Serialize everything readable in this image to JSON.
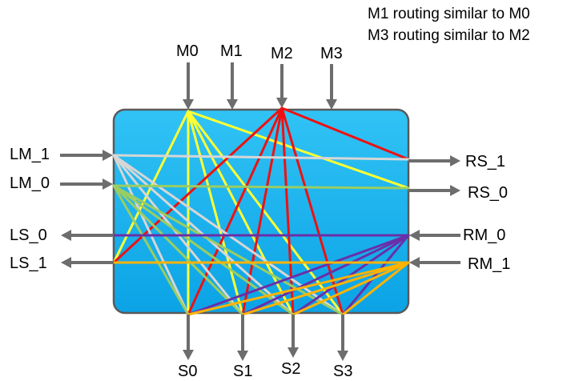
{
  "notes": [
    "M1 routing similar to M0",
    "M3 routing similar to M2"
  ],
  "colors": {
    "block_fill_top": "#31C3F5",
    "block_fill_bottom": "#0BA3E6",
    "block_stroke": "#5A5A5A",
    "arrow": "#6D6D6D",
    "m0": "#FFFF33",
    "m2": "#EE1111",
    "lm1": "#D6D6D6",
    "lm0": "#9ACD62",
    "rm0": "#6A2FA8",
    "rm1": "#FFB300"
  },
  "labels": {
    "top": [
      "M0",
      "M1",
      "M2",
      "M3"
    ],
    "left_in": [
      "LM_1",
      "LM_0"
    ],
    "left_out": [
      "LS_0",
      "LS_1"
    ],
    "right_out": [
      "RS_1",
      "RS_0"
    ],
    "right_in": [
      "RM_0",
      "RM_1"
    ],
    "bottom": [
      "S0",
      "S1",
      "S2",
      "S3"
    ]
  },
  "routing": [
    {
      "source": "M0",
      "color": "m0",
      "targets": [
        "S0",
        "S1",
        "S2",
        "S3",
        "LS_1",
        "RS_0"
      ]
    },
    {
      "source": "M2",
      "color": "m2",
      "targets": [
        "S0",
        "S1",
        "S2",
        "S3",
        "LS_1",
        "RS_1"
      ]
    },
    {
      "source": "LM_1",
      "color": "lm1",
      "targets": [
        "S0",
        "S1",
        "S2",
        "S3",
        "RS_1"
      ]
    },
    {
      "source": "LM_0",
      "color": "lm0",
      "targets": [
        "S0",
        "S1",
        "S2",
        "S3",
        "RS_0"
      ]
    },
    {
      "source": "RM_0",
      "color": "rm0",
      "targets": [
        "S0",
        "S1",
        "S2",
        "S3",
        "LS_0"
      ]
    },
    {
      "source": "RM_1",
      "color": "rm1",
      "targets": [
        "S0",
        "S1",
        "S2",
        "S3",
        "LS_1"
      ]
    }
  ]
}
